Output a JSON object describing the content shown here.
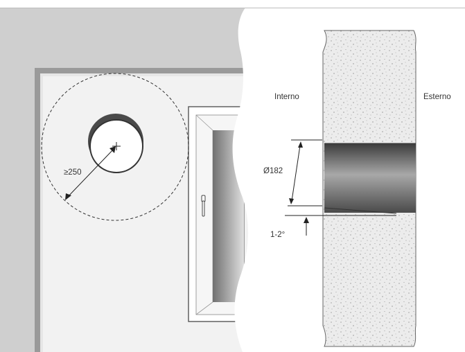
{
  "labels": {
    "interior": "Interno",
    "exterior": "Esterno",
    "diameter": "Ø182",
    "clearance": "≥250",
    "slope": "1-2°"
  },
  "colors": {
    "wall_dark": "#cfcfcf",
    "wall_light": "#f2f2f2",
    "frame": "#9a9a9a",
    "concrete": "#eaeaea",
    "pipe_mid": "#9a9a9a",
    "pipe_dark": "#555555",
    "line": "#222222"
  }
}
